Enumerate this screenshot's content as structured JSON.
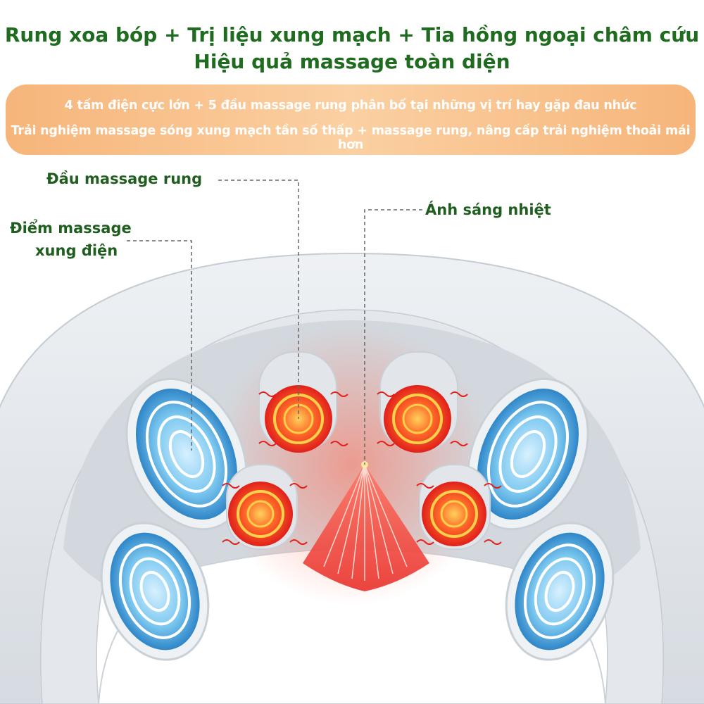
{
  "headline": {
    "line1": "Rung xoa bóp + Trị liệu xung mạch + Tia hồng ngoại châm cứu",
    "line2": "Hiệu quả massage toàn diện"
  },
  "banner": {
    "line1": "4 tấm điện cực lớn + 5 đầu massage rung phân bố tại những vị trí hay gặp đau nhức",
    "line2": "Trải nghiệm massage sóng xung mạch tần số thấp + massage rung, nâng cấp trải nghiệm thoải mái hơn"
  },
  "callouts": {
    "vibration_head": "Đầu massage rung",
    "pulse_point_line1": "Điểm massage",
    "pulse_point_line2": "xung điện",
    "heat_light": "Ánh sáng nhiệt"
  },
  "colors": {
    "headline_green": "#1f6b1f",
    "banner_orange": "#f6b57a",
    "electrode_blue": "#4fb6e8",
    "vibration_red": "#ff3a1a",
    "heat_glow": "#ff5a3a"
  }
}
